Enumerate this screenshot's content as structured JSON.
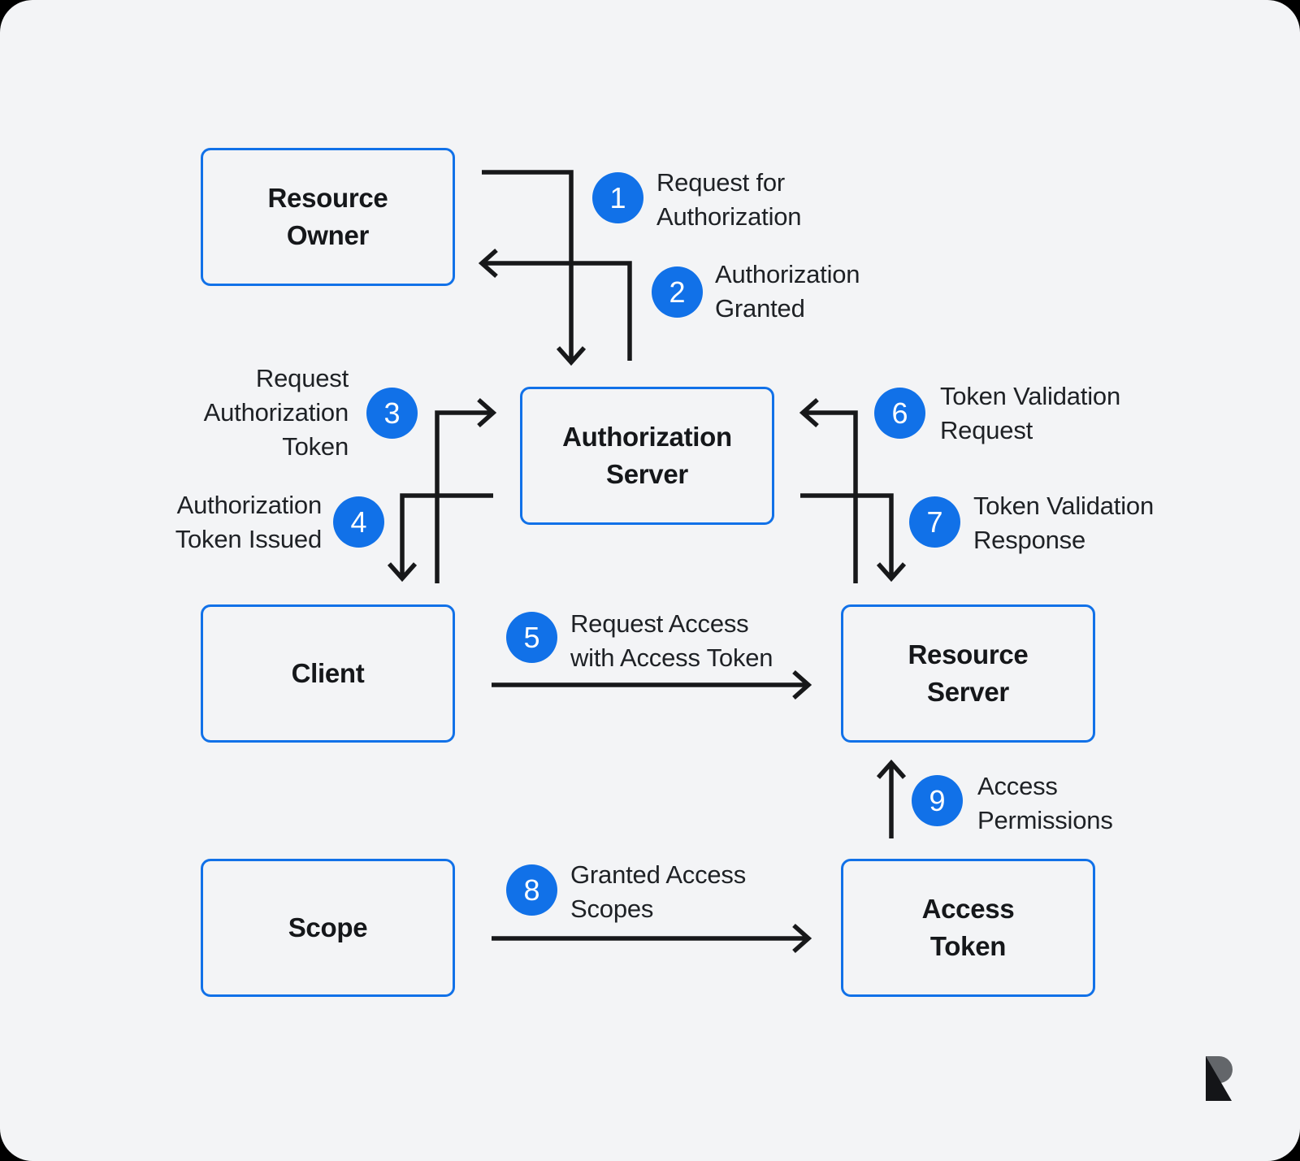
{
  "colors": {
    "canvas_background": "#f3f4f6",
    "outside_corners": "#000000",
    "accent_blue": "#1171e8",
    "arrow_color": "#17181a",
    "node_text": "#15171a",
    "step_text": "#1e2125",
    "logo_gray": "#63666a",
    "logo_black": "#141518"
  },
  "nodes": [
    {
      "id": "resource-owner",
      "label": "Resource\nOwner"
    },
    {
      "id": "authorization-server",
      "label": "Authorization\nServer"
    },
    {
      "id": "client",
      "label": "Client"
    },
    {
      "id": "resource-server",
      "label": "Resource\nServer"
    },
    {
      "id": "scope",
      "label": "Scope"
    },
    {
      "id": "access-token",
      "label": "Access\nToken"
    }
  ],
  "steps": [
    {
      "num": "1",
      "label": "Request for\nAuthorization"
    },
    {
      "num": "2",
      "label": "Authorization\nGranted"
    },
    {
      "num": "3",
      "label": "Request\nAuthorization\nToken"
    },
    {
      "num": "4",
      "label": "Authorization\nToken Issued"
    },
    {
      "num": "5",
      "label": "Request Access\nwith Access Token"
    },
    {
      "num": "6",
      "label": "Token Validation\nRequest"
    },
    {
      "num": "7",
      "label": "Token Validation\nResponse"
    },
    {
      "num": "8",
      "label": "Granted Access\nScopes"
    },
    {
      "num": "9",
      "label": "Access\nPermissions"
    }
  ],
  "icons": {
    "logo": "r-monogram"
  }
}
